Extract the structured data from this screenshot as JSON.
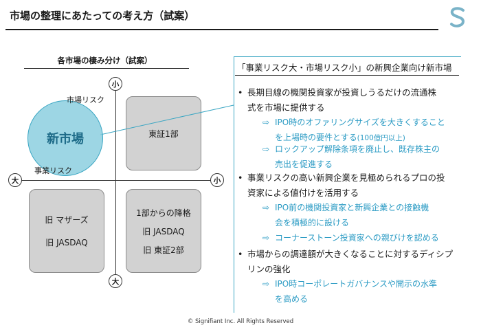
{
  "header": {
    "title": "市場の整理にあたっての考え方（試案）"
  },
  "logo": {
    "icon": "signifiant-logo-icon",
    "color": "#7ab3c8"
  },
  "left_panel": {
    "heading": "各市場の棲み分け（試案）",
    "axis": {
      "top": "小",
      "bottom": "大",
      "left": "大",
      "right": "小"
    },
    "axis_labels": {
      "vertical": "市場リスク",
      "horizontal": "事業リスク"
    },
    "bubble": {
      "label": "新市場",
      "fill": "#88cdde",
      "stroke": "#3aa6c3"
    },
    "quadrants": {
      "top_right": [
        "東証1部"
      ],
      "bottom_left": [
        "旧 マザーズ",
        "旧 JASDAQ"
      ],
      "bottom_right": [
        "1部からの降格",
        "旧 JASDAQ",
        "旧 東証2部"
      ]
    }
  },
  "right_panel": {
    "heading": "「事業リスク大・市場リスク小」の新興企業向け新市場",
    "bullets": [
      {
        "text_lines": [
          "長期目線の機関投資家が投資しうるだけの流通株",
          "式を市場に提供する"
        ],
        "subs": [
          {
            "lines": [
              "IPO時のオファリングサイズを大きくすること",
              "を上場時の要件とする"
            ],
            "note": "(100億円以上)"
          },
          {
            "lines": [
              "ロックアップ解除条項を廃止し、既存株主の",
              "売出を促進する"
            ]
          }
        ]
      },
      {
        "text_lines": [
          "事業リスクの高い新興企業を見極められるプロの投",
          "資家による値付けを活用する"
        ],
        "subs": [
          {
            "lines": [
              "IPO前の機関投資家と新興企業との接触機",
              "会を積極的に設ける"
            ]
          },
          {
            "lines": [
              "コーナーストーン投資家への親びけを認める"
            ]
          }
        ]
      },
      {
        "text_lines": [
          "市場からの調達額が大きくなることに対するディシプ",
          "リンの強化"
        ],
        "subs": [
          {
            "lines": [
              "IPO時コーポレートガバナンスや開示の水準",
              "を高める"
            ]
          }
        ]
      }
    ],
    "bullet_symbol": "•",
    "sub_symbol": "⇨",
    "accent_color": "#2b9bc4"
  },
  "footer": {
    "copyright": "© Signifiant Inc. All Rights Reserved"
  }
}
